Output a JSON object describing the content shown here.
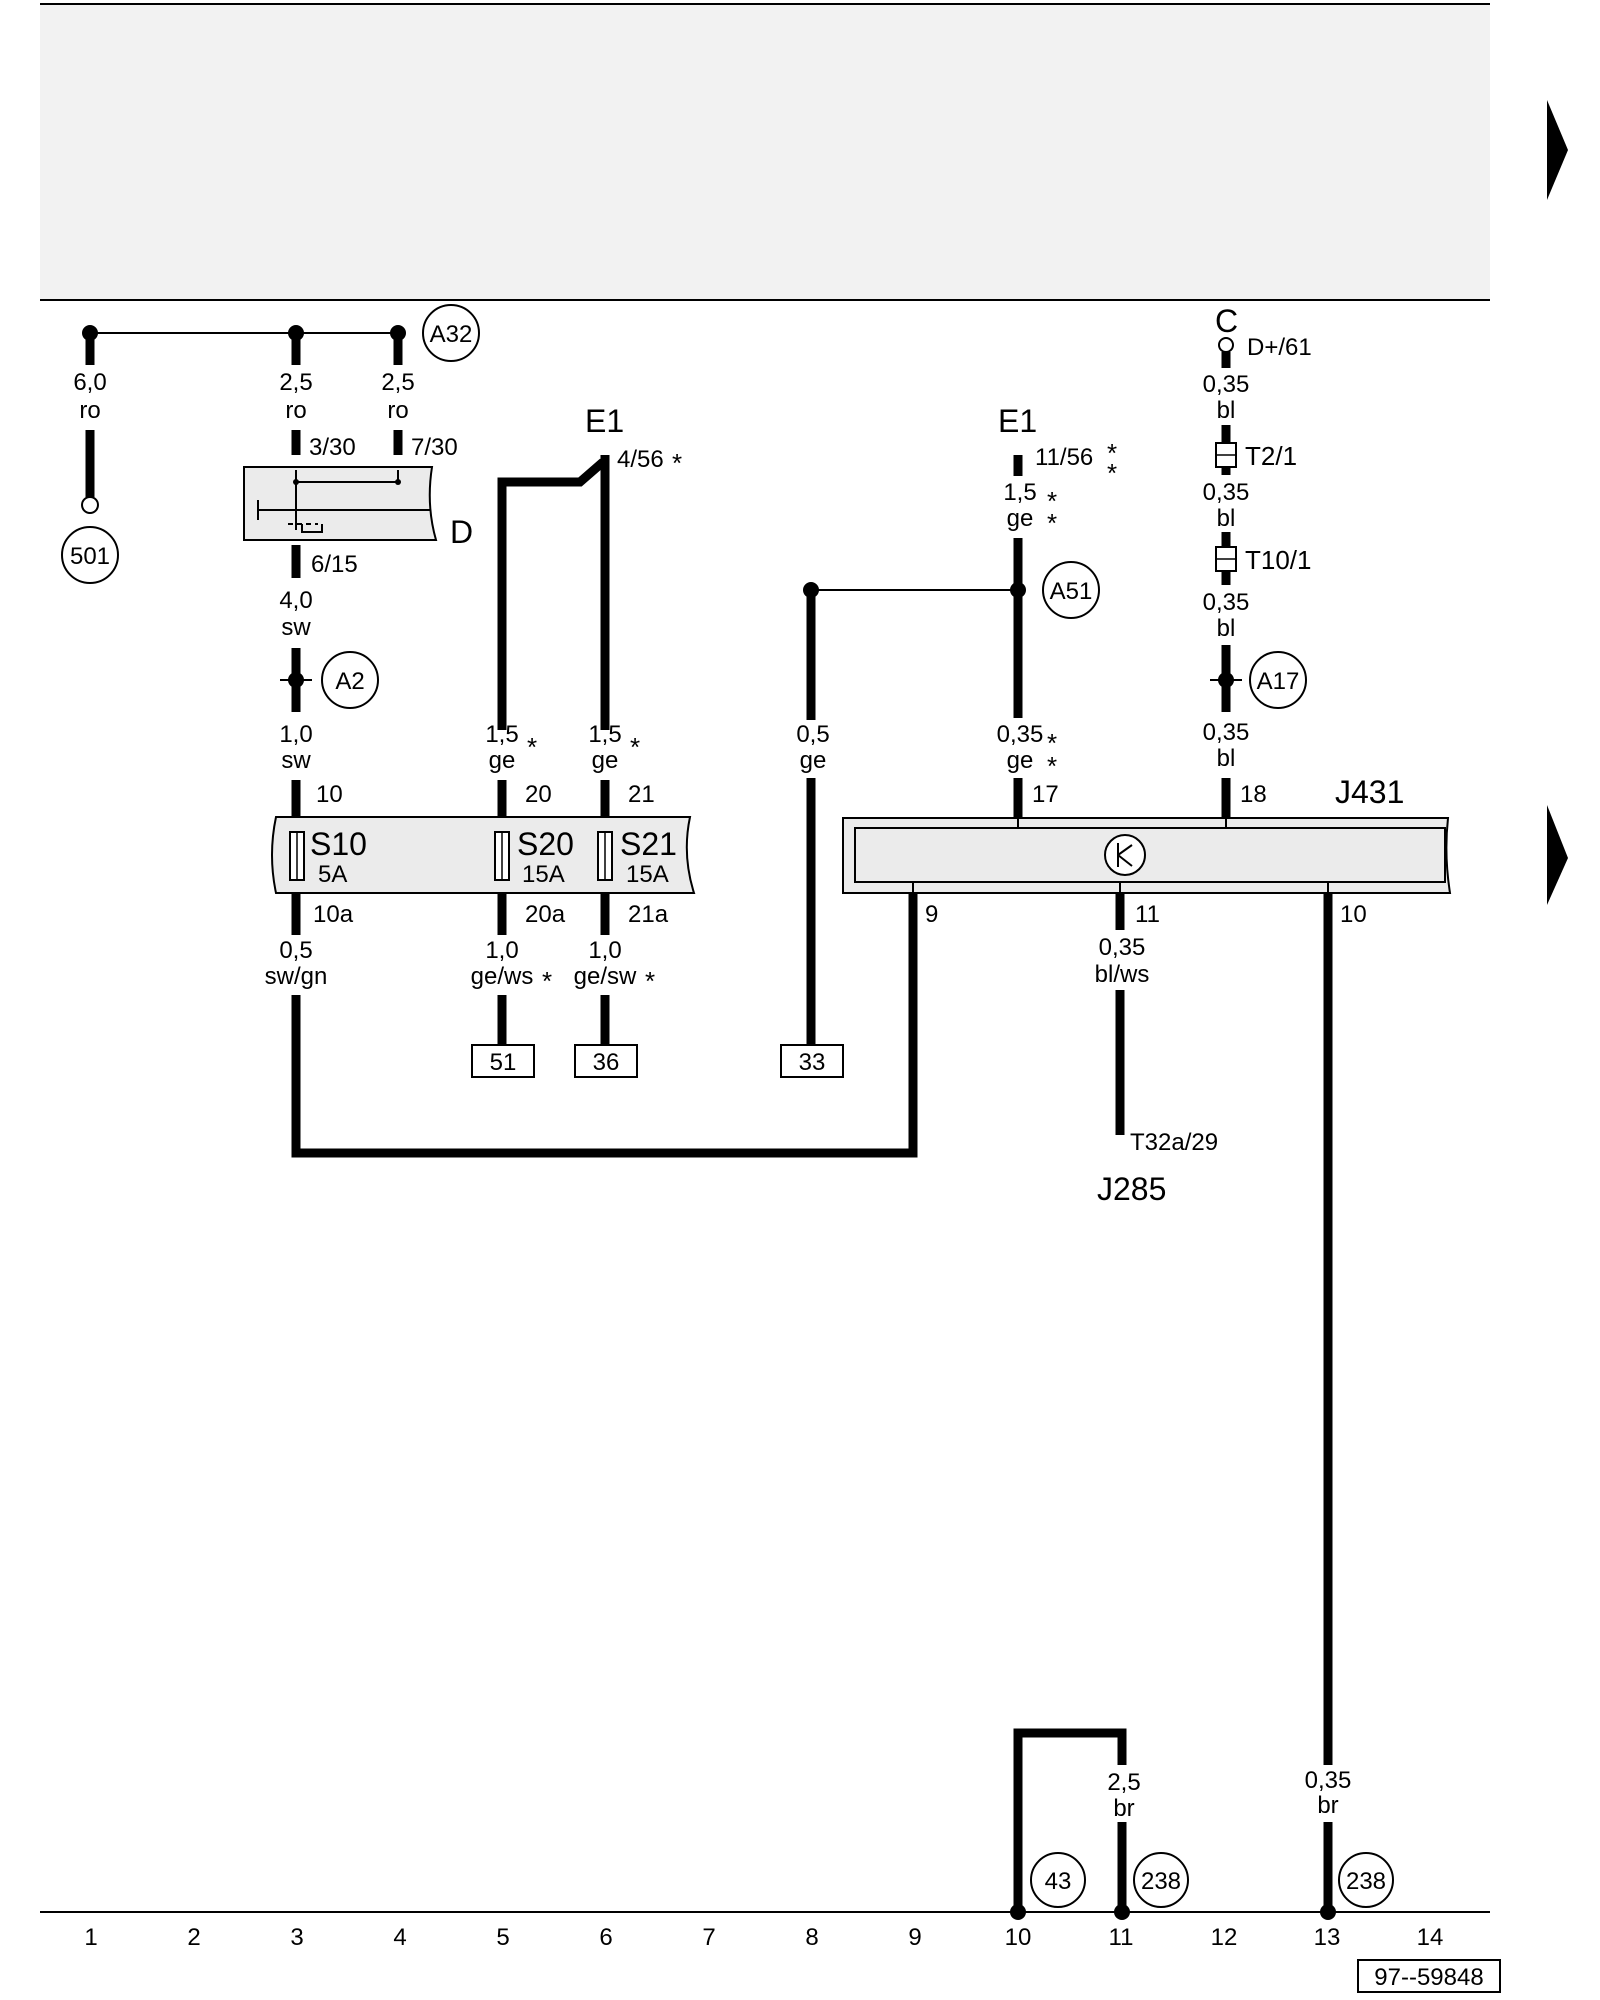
{
  "components": {
    "D": "D",
    "E1": "E1",
    "J431": "J431",
    "J285": "J285",
    "C": "C",
    "S10": {
      "name": "S10",
      "rating": "5A"
    },
    "S20": {
      "name": "S20",
      "rating": "15A"
    },
    "S21": {
      "name": "S21",
      "rating": "15A"
    }
  },
  "wires": {
    "c1": {
      "size": "6,0",
      "color": "ro"
    },
    "c3a": {
      "size": "2,5",
      "color": "ro"
    },
    "c4": {
      "size": "2,5",
      "color": "ro"
    },
    "c3b": {
      "size": "4,0",
      "color": "sw"
    },
    "c3c": {
      "size": "1,0",
      "color": "sw"
    },
    "c3d": {
      "size": "0,5",
      "color": "sw/gn"
    },
    "c5a": {
      "size": "1,5",
      "color": "ge"
    },
    "c6a": {
      "size": "1,5",
      "color": "ge"
    },
    "c5b": {
      "size": "1,0",
      "color": "ge/ws"
    },
    "c6b": {
      "size": "1,0",
      "color": "ge/sw"
    },
    "c8": {
      "size": "0,5",
      "color": "ge"
    },
    "c10a": {
      "size": "1,5",
      "color": "ge"
    },
    "c10b": {
      "size": "0,35",
      "color": "ge"
    },
    "c12a": {
      "size": "0,35",
      "color": "bl"
    },
    "c12b": {
      "size": "0,35",
      "color": "bl"
    },
    "c12c": {
      "size": "0,35",
      "color": "bl"
    },
    "c12d": {
      "size": "0,35",
      "color": "bl"
    },
    "c11a": {
      "size": "0,35",
      "color": "bl/ws"
    },
    "c11b": {
      "size": "2,5",
      "color": "br"
    },
    "c13": {
      "size": "0,35",
      "color": "br"
    }
  },
  "pins": {
    "d_in1": "3/30",
    "d_in2": "7/30",
    "d_out": "6/15",
    "e1_a": "4/56",
    "e1_b": "11/56",
    "c_pin": "D+/61",
    "t2": "T2/1",
    "t10": "T10/1",
    "s10_in": "10",
    "s20_in": "20",
    "s21_in": "21",
    "s10_out": "10a",
    "s20_out": "20a",
    "s21_out": "21a",
    "j431_17": "17",
    "j431_18": "18",
    "j431_9": "9",
    "j431_11": "11",
    "j431_10": "10",
    "j285_pin": "T32a/29"
  },
  "markers": {
    "asterisk": "*",
    "A32": "A32",
    "A2": "A2",
    "A51": "A51",
    "A17": "A17",
    "g501": "501",
    "g43": "43",
    "g238a": "238",
    "g238b": "238"
  },
  "refs": {
    "r51": "51",
    "r36": "36",
    "r33": "33"
  },
  "ruler": [
    "1",
    "2",
    "3",
    "4",
    "5",
    "6",
    "7",
    "8",
    "9",
    "10",
    "11",
    "12",
    "13",
    "14"
  ],
  "doc_number": "97--59848",
  "colors": {
    "background_band": "#f2f2f2",
    "component_fill": "#ebebeb",
    "line": "#000000"
  }
}
